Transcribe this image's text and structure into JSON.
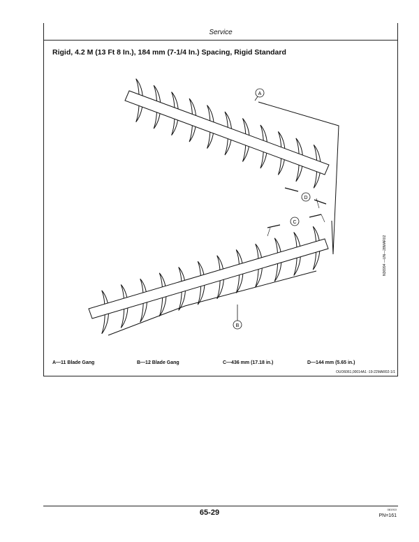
{
  "header": {
    "section": "Service"
  },
  "figure": {
    "title": "Rigid, 4.2 M (13 Ft 8 In.), 184 mm (7-1/4 In.) Spacing, Rigid Standard",
    "callouts": {
      "a": "A",
      "b": "B",
      "c": "C",
      "d": "D"
    },
    "legend": {
      "a": "A—11 Blade Gang",
      "b": "B—12 Blade Gang",
      "c": "C—436 mm (17.18 in.)",
      "d": "D—144 mm (5.65 in.)"
    },
    "figure_id": "N36994 —UN—28MAR02",
    "reference": "OUO6061,00014A1 -19-22MAR02-1/1"
  },
  "footer": {
    "page_number": "65-29",
    "small_code": "081910",
    "pn": "PN=161"
  },
  "colors": {
    "ink": "#111111",
    "paper": "#ffffff"
  }
}
